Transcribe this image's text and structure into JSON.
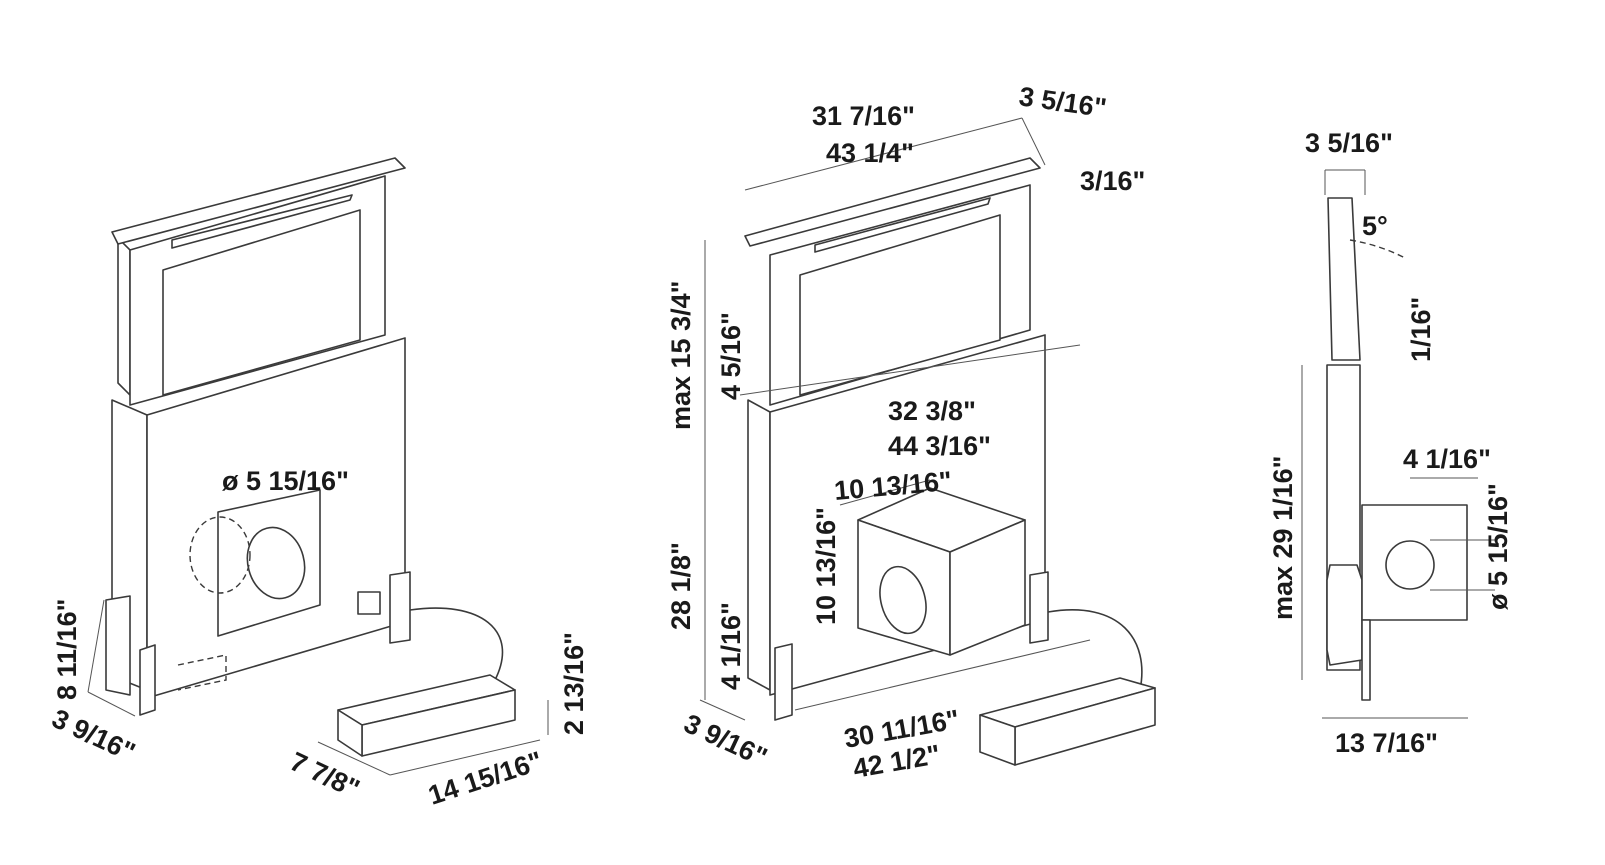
{
  "left_view": {
    "duct_diameter": "ø 5 15/16\"",
    "foot_height": "8 11/16\"",
    "foot_depth": "3 9/16\"",
    "motor_height": "2 13/16\"",
    "motor_depth": "7 7/8\"",
    "motor_width": "14 15/16\""
  },
  "center_view": {
    "top_width_a": "31 7/16\"",
    "top_width_b": "43 1/4\"",
    "top_depth": "3 5/16\"",
    "top_lip": "3/16\"",
    "max_rise": "max 15 3/4\"",
    "rise_offset": "4 5/16\"",
    "body_width_a": "32 3/8\"",
    "body_width_b": "44 3/16\"",
    "box_width": "10 13/16\"",
    "box_height": "10 13/16\"",
    "body_height": "28 1/8\"",
    "foot_height": "4 1/16\"",
    "foot_depth": "3 9/16\"",
    "base_width_a": "30 11/16\"",
    "base_width_b": "42 1/2\""
  },
  "right_view": {
    "top_depth": "3 5/16\"",
    "tilt_angle": "5°",
    "tilt_offset": "1/16\"",
    "max_height": "max 29 1/16\"",
    "duct_offset": "4 1/16\"",
    "duct_diameter": "ø 5 15/16\"",
    "total_depth": "13 7/16\""
  }
}
